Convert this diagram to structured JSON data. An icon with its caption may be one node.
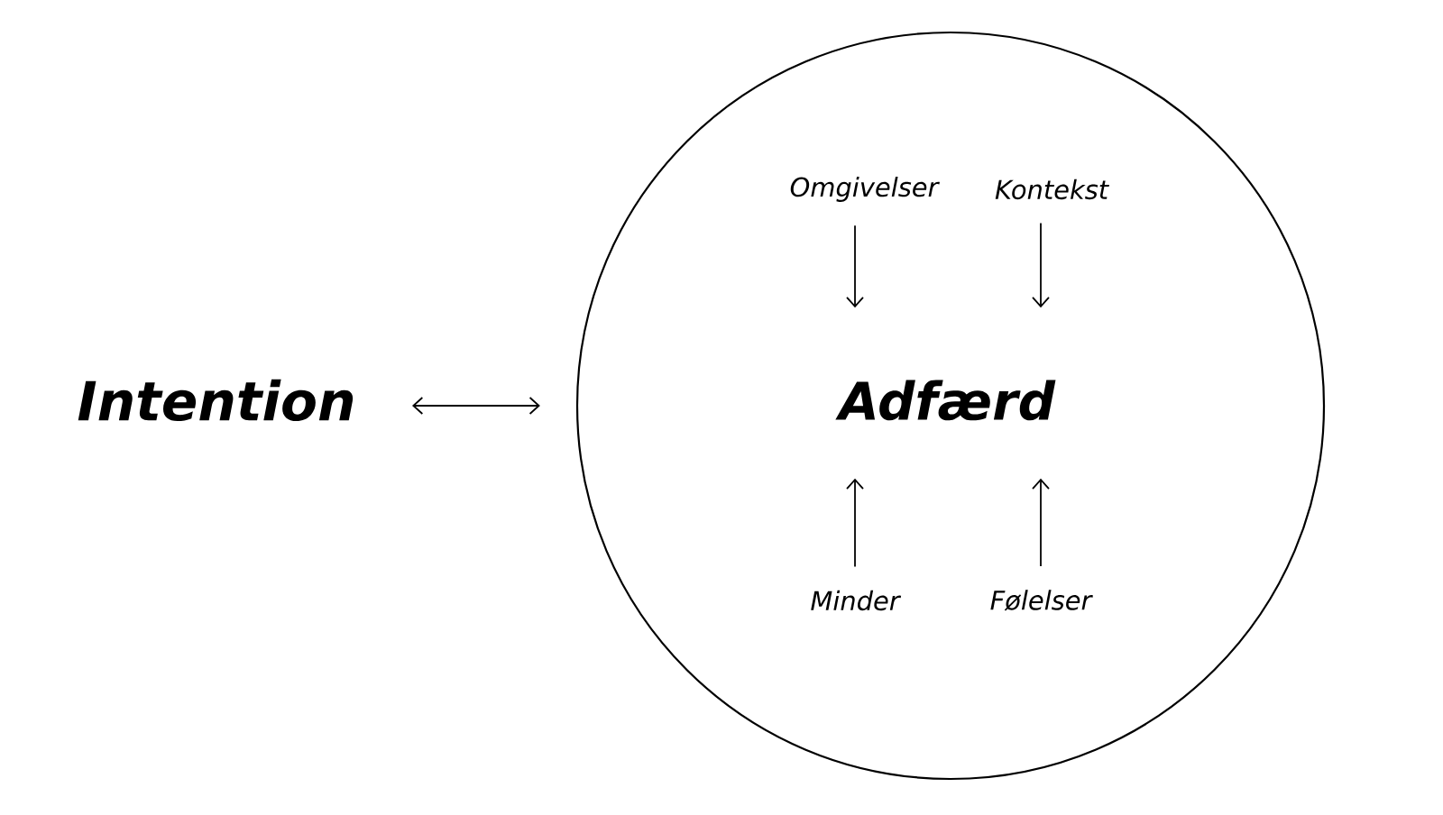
{
  "diagram": {
    "nodes": [
      {
        "text": [
          "Intention"
        ]
      },
      {
        "text": [],
        "shape": "circle"
      },
      {
        "text": [
          "Omgivelser"
        ],
        "in": 1
      },
      {
        "text": [
          "Kontekst"
        ],
        "in": 1
      },
      {
        "text": [
          "Adfærd"
        ],
        "in": 1
      },
      {
        "text": [
          "Minder"
        ],
        "in": 1
      },
      {
        "text": [
          "Følelser"
        ],
        "in": 1
      }
    ],
    "edges": [
      {
        "from": 0,
        "to": 1,
        "arrow": "both"
      },
      {
        "from": 2,
        "to": 4,
        "arrow": "to"
      },
      {
        "from": 3,
        "to": 4,
        "arrow": "to"
      },
      {
        "from": 5,
        "to": 4,
        "arrow": "to"
      },
      {
        "from": 6,
        "to": 4,
        "arrow": "to"
      }
    ]
  }
}
